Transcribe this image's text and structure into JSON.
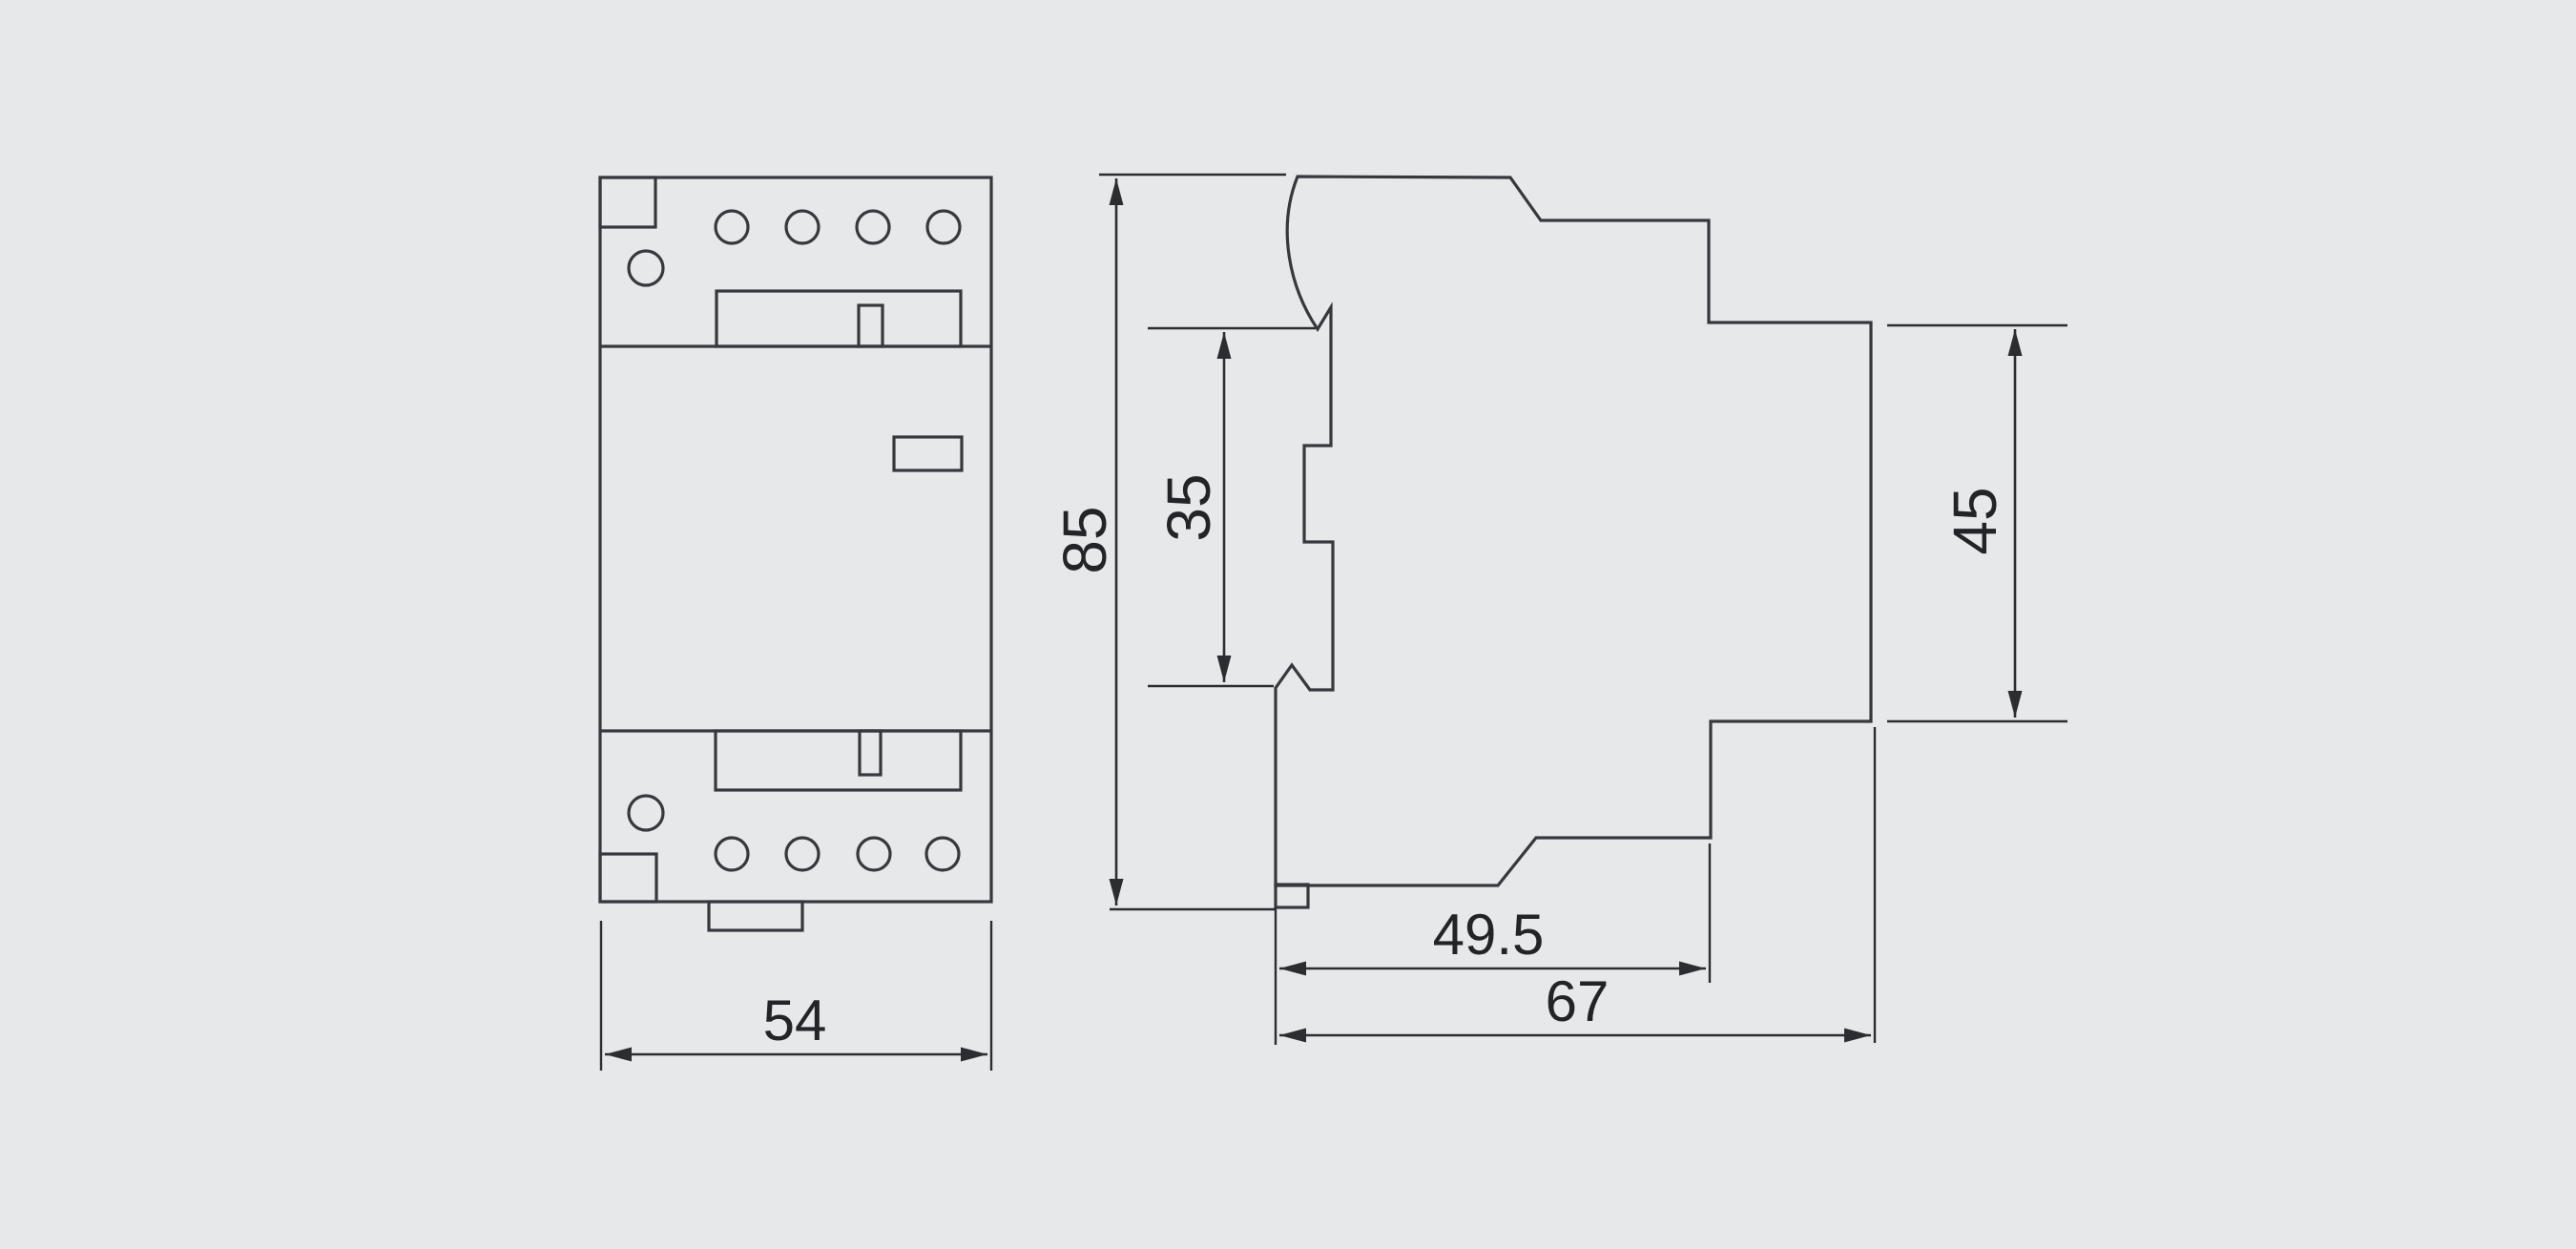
{
  "canvas": {
    "background": "#e7e8ea",
    "line_color": "#37383d",
    "text_color": "#232428"
  },
  "diagram": {
    "type": "technical-dimension-drawing",
    "views": [
      {
        "id": "front",
        "name": "front-view"
      },
      {
        "id": "side",
        "name": "side-profile-view"
      }
    ],
    "dimensions": {
      "front_width": {
        "label": "54",
        "orientation": "horizontal"
      },
      "overall_height": {
        "label": "85",
        "orientation": "vertical"
      },
      "rail_height": {
        "label": "35",
        "orientation": "vertical"
      },
      "body_height": {
        "label": "45",
        "orientation": "vertical"
      },
      "depth_partial": {
        "label": "49.5",
        "orientation": "horizontal"
      },
      "depth_overall": {
        "label": "67",
        "orientation": "horizontal"
      }
    }
  }
}
